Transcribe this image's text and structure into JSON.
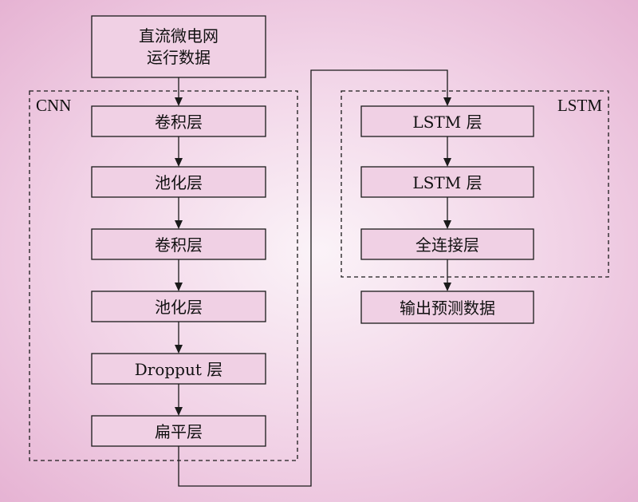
{
  "input": {
    "line1": "直流微电网",
    "line2": "运行数据"
  },
  "cnn": {
    "label": "CNN",
    "layers": [
      "卷积层",
      "池化层",
      "卷积层",
      "池化层",
      "Dropput 层",
      "扁平层"
    ]
  },
  "lstm": {
    "label": "LSTM",
    "layers": [
      "LSTM 层",
      "LSTM 层",
      "全连接层"
    ]
  },
  "output": {
    "label": "输出预测数据"
  }
}
